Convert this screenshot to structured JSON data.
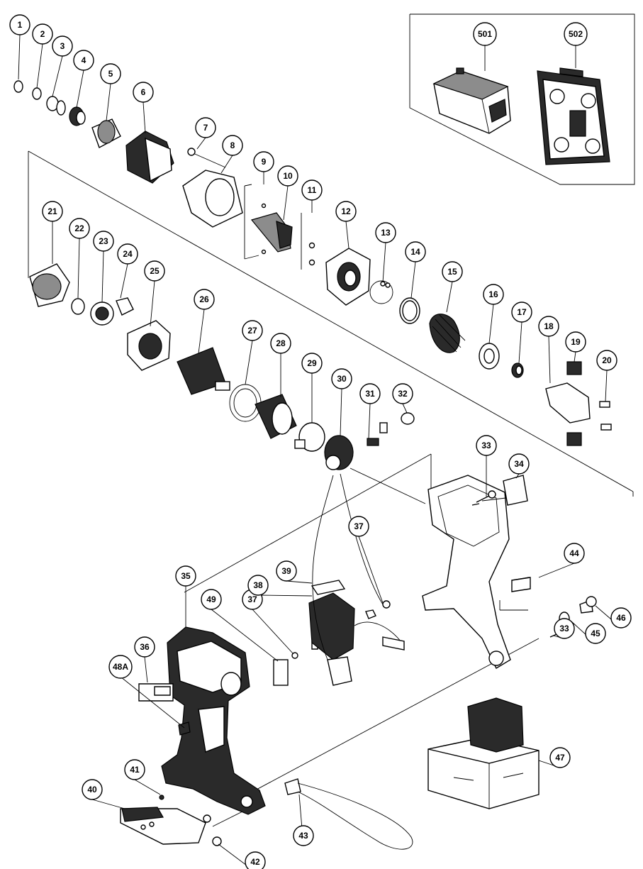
{
  "callouts": [
    "1",
    "2",
    "3",
    "4",
    "5",
    "6",
    "7",
    "8",
    "9",
    "10",
    "11",
    "12",
    "13",
    "14",
    "15",
    "16",
    "17",
    "18",
    "19",
    "20",
    "21",
    "22",
    "23",
    "24",
    "25",
    "26",
    "27",
    "28",
    "29",
    "30",
    "31",
    "32",
    "33",
    "33",
    "34",
    "35",
    "36",
    "37",
    "37",
    "38",
    "39",
    "40",
    "41",
    "42",
    "43",
    "44",
    "45",
    "46",
    "47",
    "48A",
    "49",
    "501",
    "502"
  ],
  "accessory_box": {
    "charger_label": "501",
    "case_label": "502"
  }
}
